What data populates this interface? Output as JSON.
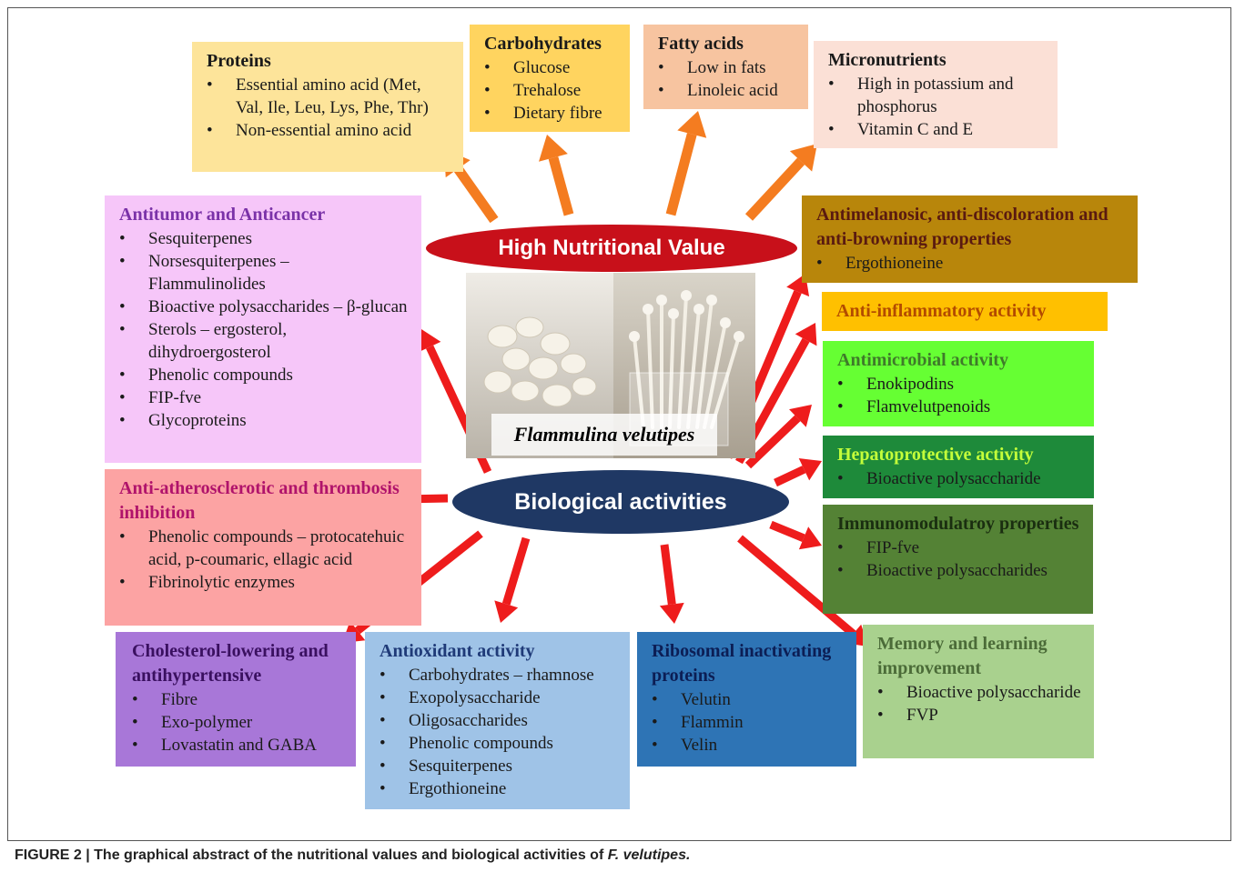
{
  "center": {
    "nutrition_label": "High Nutritional Value",
    "bio_label": "Biological activities",
    "species": "Flammulina velutipes"
  },
  "nutrition": {
    "proteins": {
      "title": "Proteins",
      "items": [
        "Essential amino acid (Met, Val, Ile, Leu, Lys, Phe, Thr)",
        "Non-essential amino acid"
      ]
    },
    "carbohydrates": {
      "title": "Carbohydrates",
      "items": [
        "Glucose",
        "Trehalose",
        "Dietary fibre"
      ]
    },
    "fatty_acids": {
      "title": "Fatty acids",
      "items": [
        "Low in fats",
        "Linoleic acid"
      ]
    },
    "micronutrients": {
      "title": "Micronutrients",
      "items": [
        "High in potassium and phosphorus",
        "Vitamin C and E"
      ]
    }
  },
  "activities": {
    "antitumor": {
      "title": "Antitumor and Anticancer",
      "items": [
        "Sesquiterpenes",
        "Norsesquiterpenes – Flammulinolides",
        "Bioactive polysaccharides – β-glucan",
        "Sterols – ergosterol, dihydroergosterol",
        "Phenolic compounds",
        "FIP-fve",
        "Glycoproteins"
      ]
    },
    "atherosclerotic": {
      "title": "Anti-atherosclerotic and thrombosis inhibition",
      "items": [
        "Phenolic compounds – protocatehuic acid, p-coumaric, ellagic acid",
        "Fibrinolytic enzymes"
      ]
    },
    "cholesterol": {
      "title": "Cholesterol-lowering and antihypertensive",
      "items": [
        "Fibre",
        "Exo-polymer",
        "Lovastatin and GABA"
      ]
    },
    "antioxidant": {
      "title": "Antioxidant activity",
      "items": [
        "Carbohydrates – rhamnose",
        "Exopolysaccharide",
        "Oligosaccharides",
        "Phenolic compounds",
        "Sesquiterpenes",
        "Ergothioneine"
      ]
    },
    "ribosomal": {
      "title": "Ribosomal inactivating proteins",
      "items": [
        "Velutin",
        "Flammin",
        "Velin"
      ]
    },
    "memory": {
      "title": "Memory and learning improvement",
      "items": [
        "Bioactive polysaccharide",
        "FVP"
      ]
    },
    "antimelanosic": {
      "title": "Antimelanosic, anti-discoloration and anti-browning properties",
      "items": [
        "Ergothioneine"
      ]
    },
    "antiinflammatory": {
      "title": "Anti-inflammatory activity",
      "items": []
    },
    "antimicrobial": {
      "title": "Antimicrobial activity",
      "items": [
        "Enokipodins",
        "Flamvelutpenoids"
      ]
    },
    "hepatoprotective": {
      "title": "Hepatoprotective activity",
      "items": [
        "Bioactive polysaccharide"
      ]
    },
    "immuno": {
      "title": "Immunomodulatroy properties",
      "items": [
        "FIP-fve",
        "Bioactive polysaccharides"
      ]
    }
  },
  "caption": {
    "prefix": "FIGURE 2 | The graphical abstract of the nutritional values and biological activities of ",
    "species_abbrev": "F. velutipes."
  },
  "colors": {
    "nutrition_arrow": "#f47c20",
    "bio_arrow": "#ee1c1c",
    "nutrition_ellipse": "#c8101a",
    "bio_ellipse": "#1f3864"
  }
}
